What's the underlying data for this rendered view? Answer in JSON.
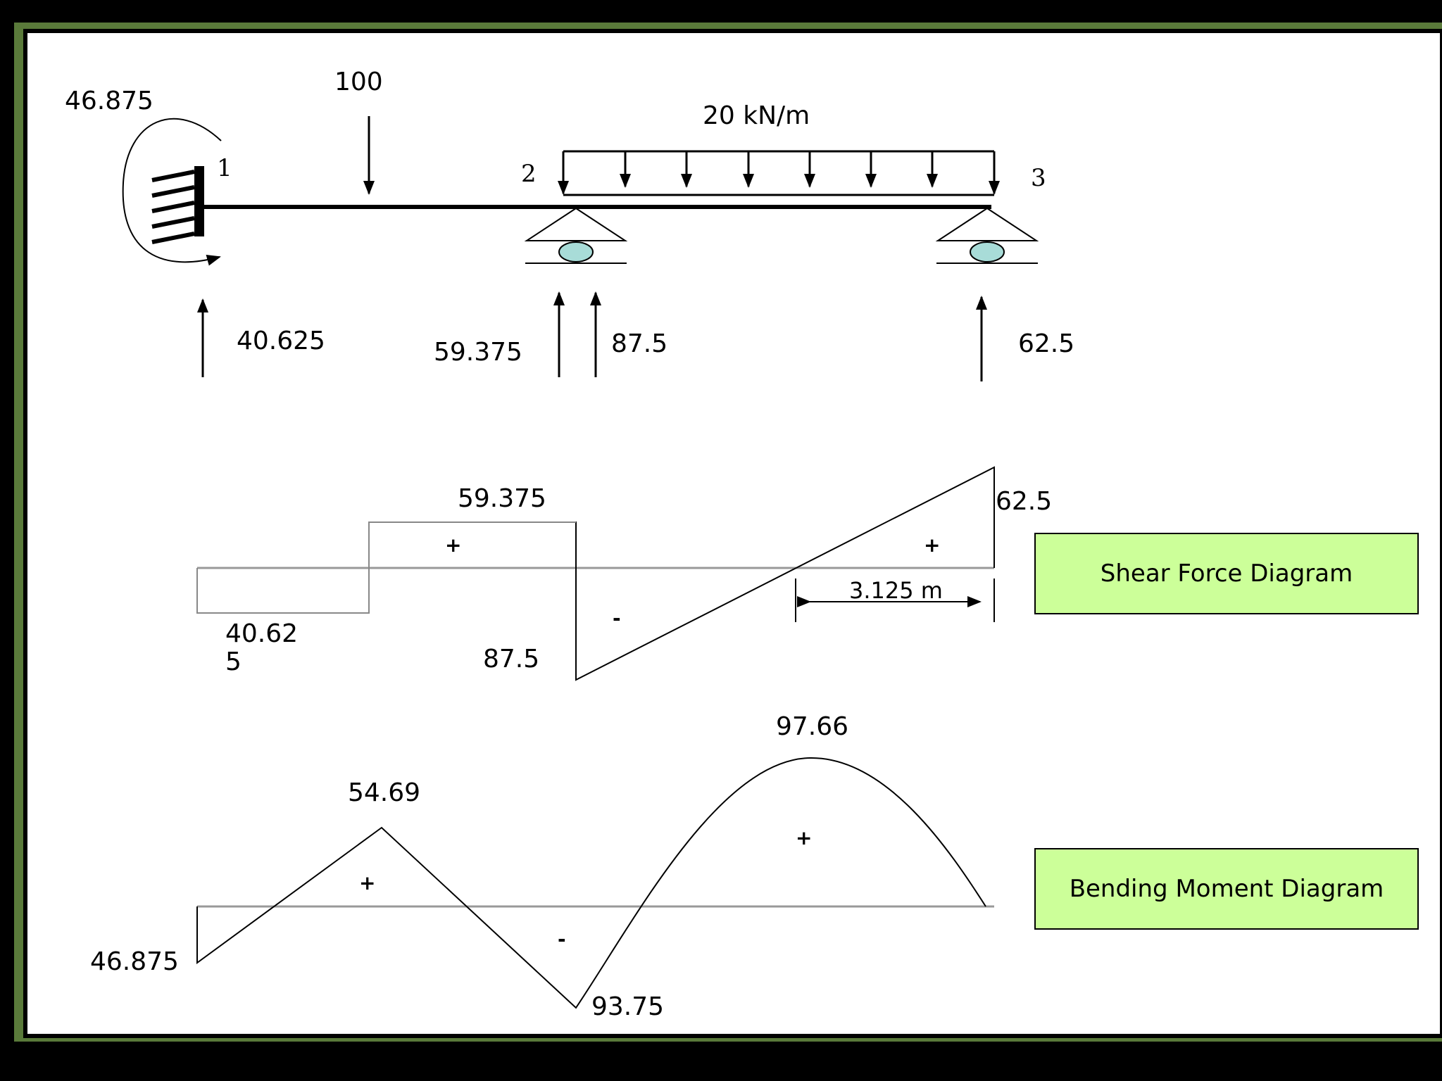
{
  "loads": {
    "moment": "46.875",
    "point_load": "100",
    "udl": "20 kN/m"
  },
  "nodes": {
    "n1": "1",
    "n2": "2",
    "n3": "3"
  },
  "reactions": {
    "r1": "40.625",
    "r2_left": "59.375",
    "r2_right": "87.5",
    "r3": "62.5"
  },
  "sfd": {
    "title": "Shear Force Diagram",
    "v1": "59.375",
    "v2": "62.5",
    "v3_line1": "40.62",
    "v3_line2": "5",
    "v4": "87.5",
    "dim": "3.125 m",
    "sign_pos1": "+",
    "sign_pos2": "+",
    "sign_neg": "-"
  },
  "bmd": {
    "title": "Bending Moment Diagram",
    "m1": "46.875",
    "m2": "54.69",
    "m3": "93.75",
    "m4": "97.66",
    "sign_pos1": "+",
    "sign_pos2": "+",
    "sign_neg": "-"
  },
  "colors": {
    "background": "#ffffff",
    "frame": "#000000",
    "label_box": "#ccff99",
    "roller": "#a8dcd8"
  }
}
